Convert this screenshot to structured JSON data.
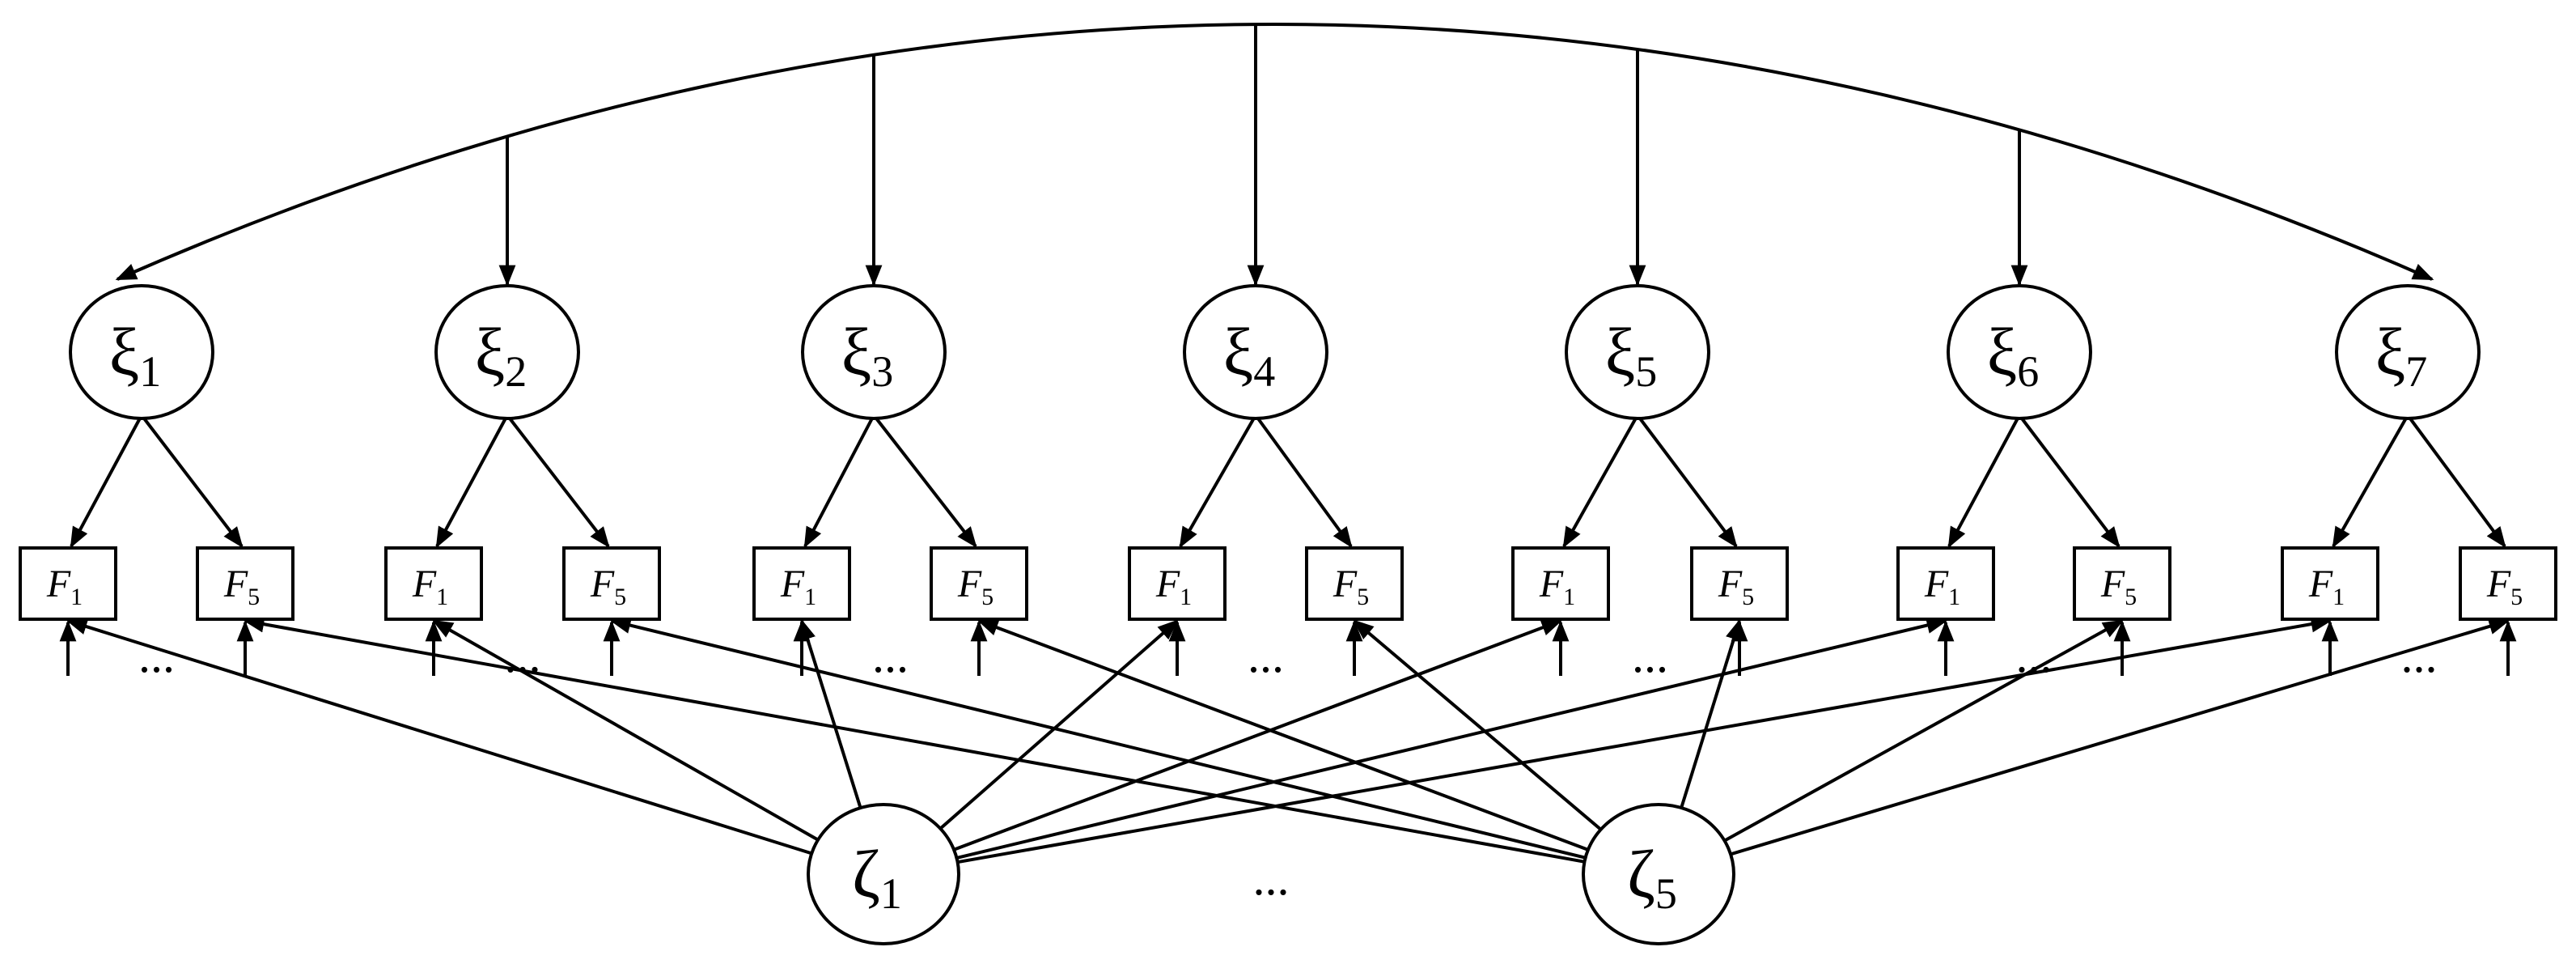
{
  "latent_top": [
    {
      "id": "xi1",
      "symbol": "ξ",
      "sub": "1"
    },
    {
      "id": "xi2",
      "symbol": "ξ",
      "sub": "2"
    },
    {
      "id": "xi3",
      "symbol": "ξ",
      "sub": "3"
    },
    {
      "id": "xi4",
      "symbol": "ξ",
      "sub": "4"
    },
    {
      "id": "xi5",
      "symbol": "ξ",
      "sub": "5"
    },
    {
      "id": "xi6",
      "symbol": "ξ",
      "sub": "6"
    },
    {
      "id": "xi7",
      "symbol": "ξ",
      "sub": "7"
    }
  ],
  "indicator_groups": [
    {
      "left": {
        "letter": "F",
        "sub": "1"
      },
      "right": {
        "letter": "F",
        "sub": "5"
      },
      "ellipsis": "..."
    },
    {
      "left": {
        "letter": "F",
        "sub": "1"
      },
      "right": {
        "letter": "F",
        "sub": "5"
      },
      "ellipsis": "..."
    },
    {
      "left": {
        "letter": "F",
        "sub": "1"
      },
      "right": {
        "letter": "F",
        "sub": "5"
      },
      "ellipsis": "..."
    },
    {
      "left": {
        "letter": "F",
        "sub": "1"
      },
      "right": {
        "letter": "F",
        "sub": "5"
      },
      "ellipsis": "..."
    },
    {
      "left": {
        "letter": "F",
        "sub": "1"
      },
      "right": {
        "letter": "F",
        "sub": "5"
      },
      "ellipsis": "..."
    },
    {
      "left": {
        "letter": "F",
        "sub": "1"
      },
      "right": {
        "letter": "F",
        "sub": "5"
      },
      "ellipsis": "..."
    },
    {
      "left": {
        "letter": "F",
        "sub": "1"
      },
      "right": {
        "letter": "F",
        "sub": "5"
      },
      "ellipsis": "..."
    }
  ],
  "latent_bottom": [
    {
      "id": "zeta1",
      "symbol": "ζ",
      "sub": "1",
      "targets": "left"
    },
    {
      "id": "zeta5",
      "symbol": "ζ",
      "sub": "5",
      "targets": "right"
    }
  ],
  "bottom_ellipsis": "...",
  "colors": {
    "stroke": "#000000",
    "background": "#ffffff"
  }
}
